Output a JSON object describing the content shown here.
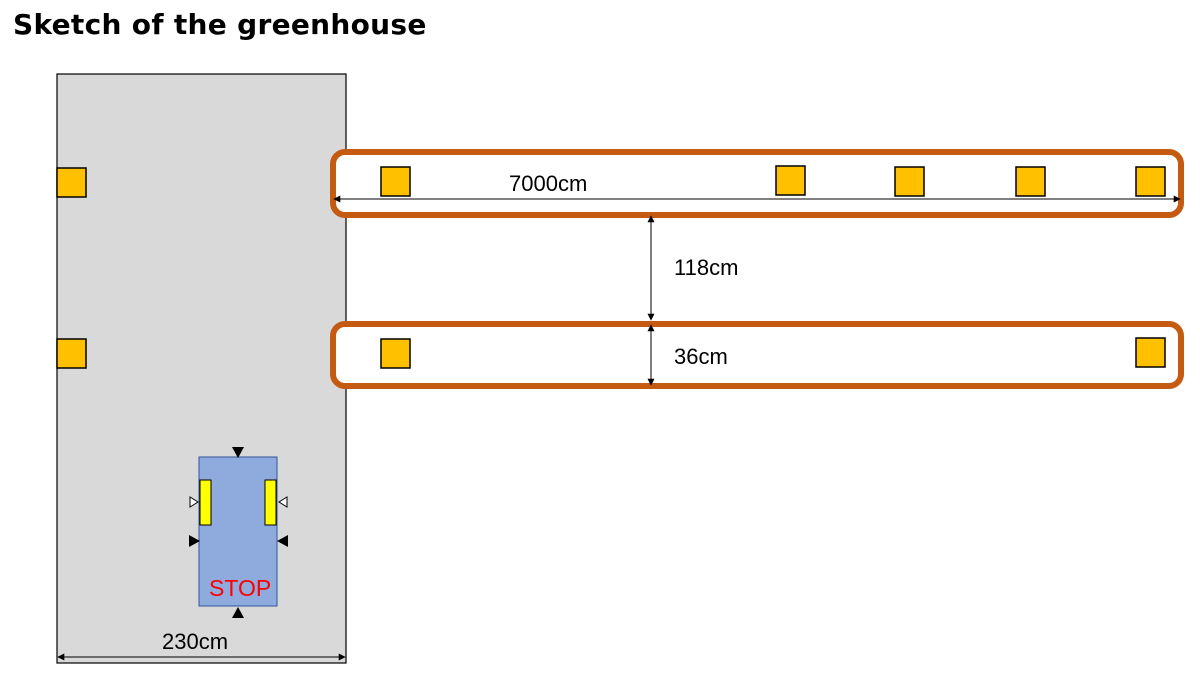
{
  "title": "Sketch of the greenhouse",
  "labels": {
    "row_length": "7000cm",
    "row_gap": "118cm",
    "row_width": "36cm",
    "aisle_width": "230cm",
    "robot_status": "STOP"
  },
  "colors": {
    "aisle_fill": "#d9d9d9",
    "marker_fill": "#ffc000",
    "row_outline": "#c55a11",
    "robot_fill": "#8faadc",
    "robot_sensor": "#ffff00",
    "stop_text": "#ff0000"
  },
  "icons": {
    "sensor_arrow_filled": "triangle-filled-icon",
    "sensor_arrow_hollow": "triangle-outline-icon"
  }
}
